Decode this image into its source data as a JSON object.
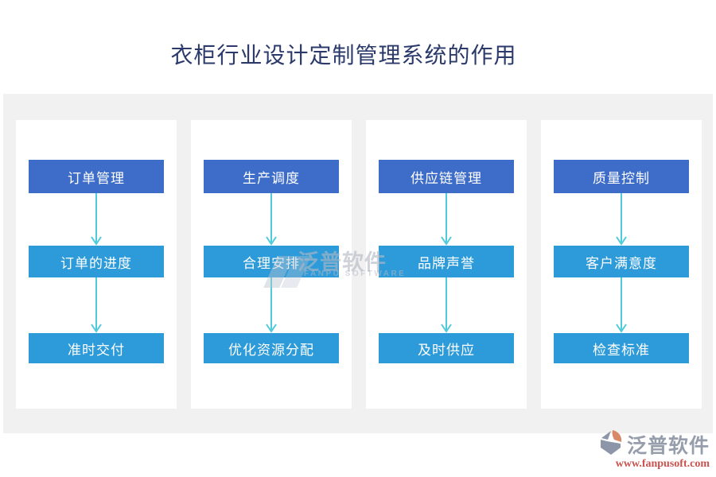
{
  "title": "衣柜行业设计定制管理系统的作用",
  "flow": {
    "columns": [
      {
        "steps": [
          "订单管理",
          "订单的进度",
          "准时交付"
        ]
      },
      {
        "steps": [
          "生产调度",
          "合理安排",
          "优化资源分配"
        ]
      },
      {
        "steps": [
          "供应链管理",
          "品牌声誉",
          "及时供应"
        ]
      },
      {
        "steps": [
          "质量控制",
          "客户满意度",
          "检查标准"
        ]
      }
    ]
  },
  "watermark": {
    "brand": "泛普软件",
    "brand_en": "FANPU SOFTWARE"
  },
  "footer": {
    "brand": "泛普软件",
    "url": "www.fanpusoft.com"
  },
  "icons": [
    "down-arrow-icon",
    "fanpu-logo-icon",
    "watermark-logo-icon"
  ],
  "colors": {
    "title_text": "#2b3a6b",
    "header_box": "#3e6dc9",
    "step_box": "#2d9bd9",
    "arrow": "#4fcbdc",
    "panel_bg": "#f1f1f1",
    "card_bg": "#ffffff",
    "footer_brand": "#969dab",
    "footer_url": "#c9524e",
    "logo_gray": "#8d96a8",
    "logo_orange": "#d88a68"
  }
}
